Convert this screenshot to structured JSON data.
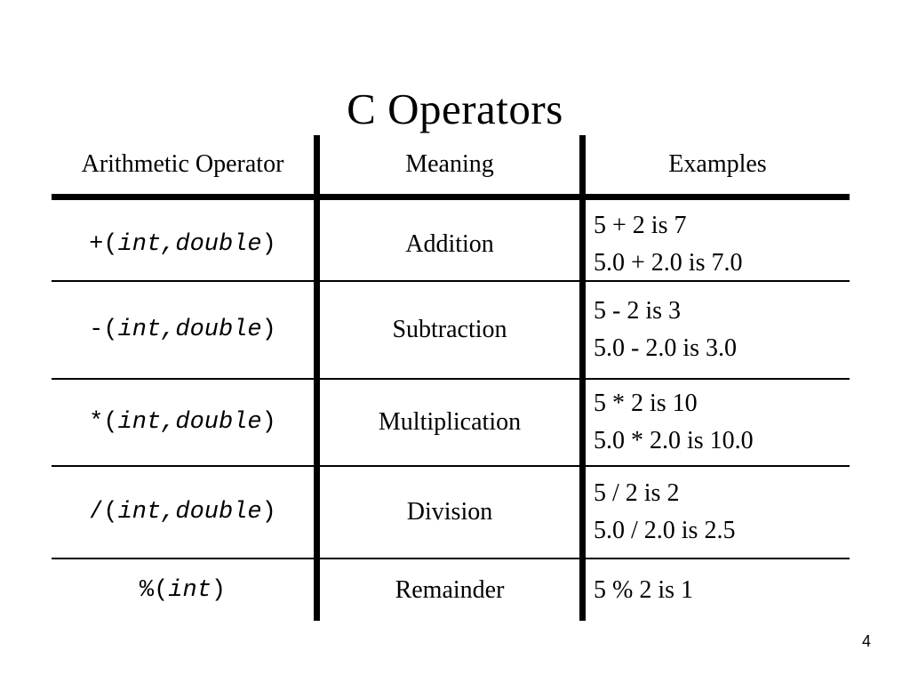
{
  "slide": {
    "title": "C Operators",
    "page_number": "4"
  },
  "table": {
    "headers": {
      "operator": "Arithmetic Operator",
      "meaning": "Meaning",
      "examples": "Examples"
    },
    "rows": [
      {
        "operator_symbol": "+(",
        "operator_types": "int,double",
        "operator_close": ")",
        "meaning": "Addition",
        "example_1": "5 + 2 is 7",
        "example_2": "5.0 + 2.0 is 7.0"
      },
      {
        "operator_symbol": "-(",
        "operator_types": "int,double",
        "operator_close": ")",
        "meaning": "Subtraction",
        "example_1": "5 - 2 is 3",
        "example_2": "5.0 - 2.0 is 3.0"
      },
      {
        "operator_symbol": "*(",
        "operator_types": "int,double",
        "operator_close": ")",
        "meaning": "Multiplication",
        "example_1": "5 * 2 is 10",
        "example_2": "5.0 * 2.0 is 10.0"
      },
      {
        "operator_symbol": "/(",
        "operator_types": "int,double",
        "operator_close": ")",
        "meaning": "Division",
        "example_1": "5 / 2 is 2",
        "example_2": "5.0 / 2.0 is 2.5"
      },
      {
        "operator_symbol": "%(",
        "operator_types": "int",
        "operator_close": ")",
        "meaning": "Remainder",
        "example_1": "5 % 2 is 1",
        "example_2": ""
      }
    ]
  },
  "colors": {
    "ink": "#000000",
    "background": "#ffffff"
  }
}
